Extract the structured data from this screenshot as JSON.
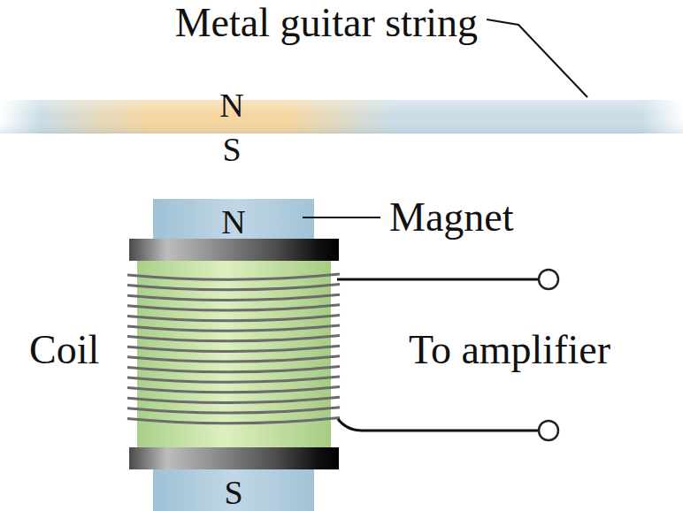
{
  "diagram": {
    "nodes": [
      {
        "text": [
          "N",
          "S"
        ]
      },
      {
        "text": [
          "N",
          "S"
        ]
      }
    ],
    "labels": [
      "Metal guitar string",
      "Magnet",
      "Coil",
      "To amplifier"
    ]
  }
}
